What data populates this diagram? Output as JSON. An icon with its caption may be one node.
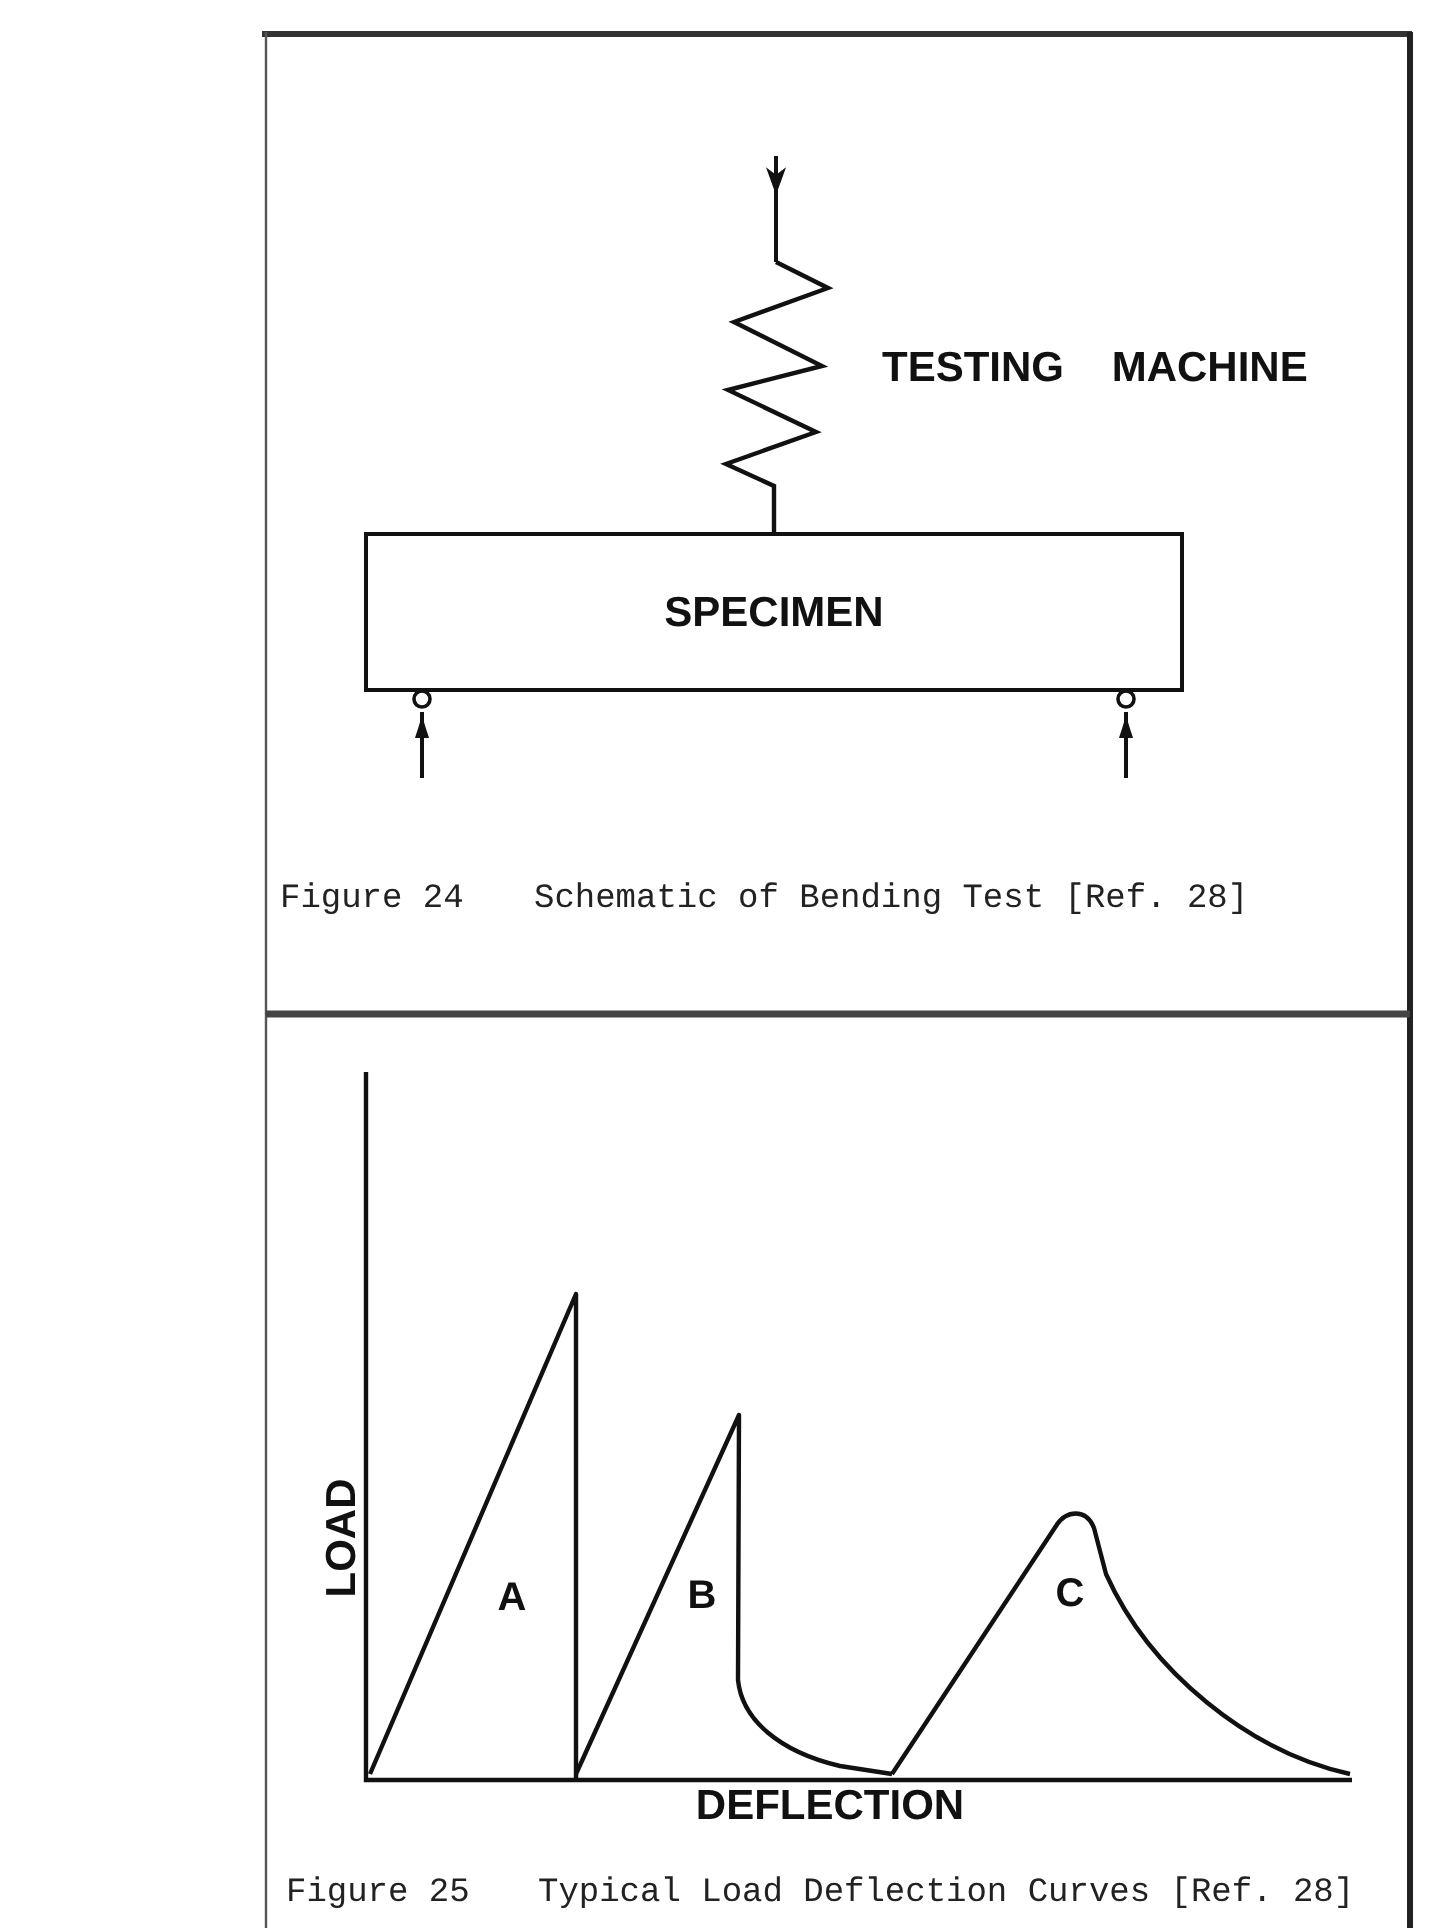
{
  "diagram": {
    "nodes": [
      {
        "text": [
          "SPECIMEN"
        ]
      }
    ],
    "labels": [
      "TESTING MACHINE",
      "Figure 24",
      "Schematic of Bending Test [Ref. 28]",
      "LOAD",
      "A",
      "B",
      "C",
      "DEFLECTION",
      "Figure 25",
      "Typical Load Deflection Curves [Ref. 28]"
    ]
  }
}
